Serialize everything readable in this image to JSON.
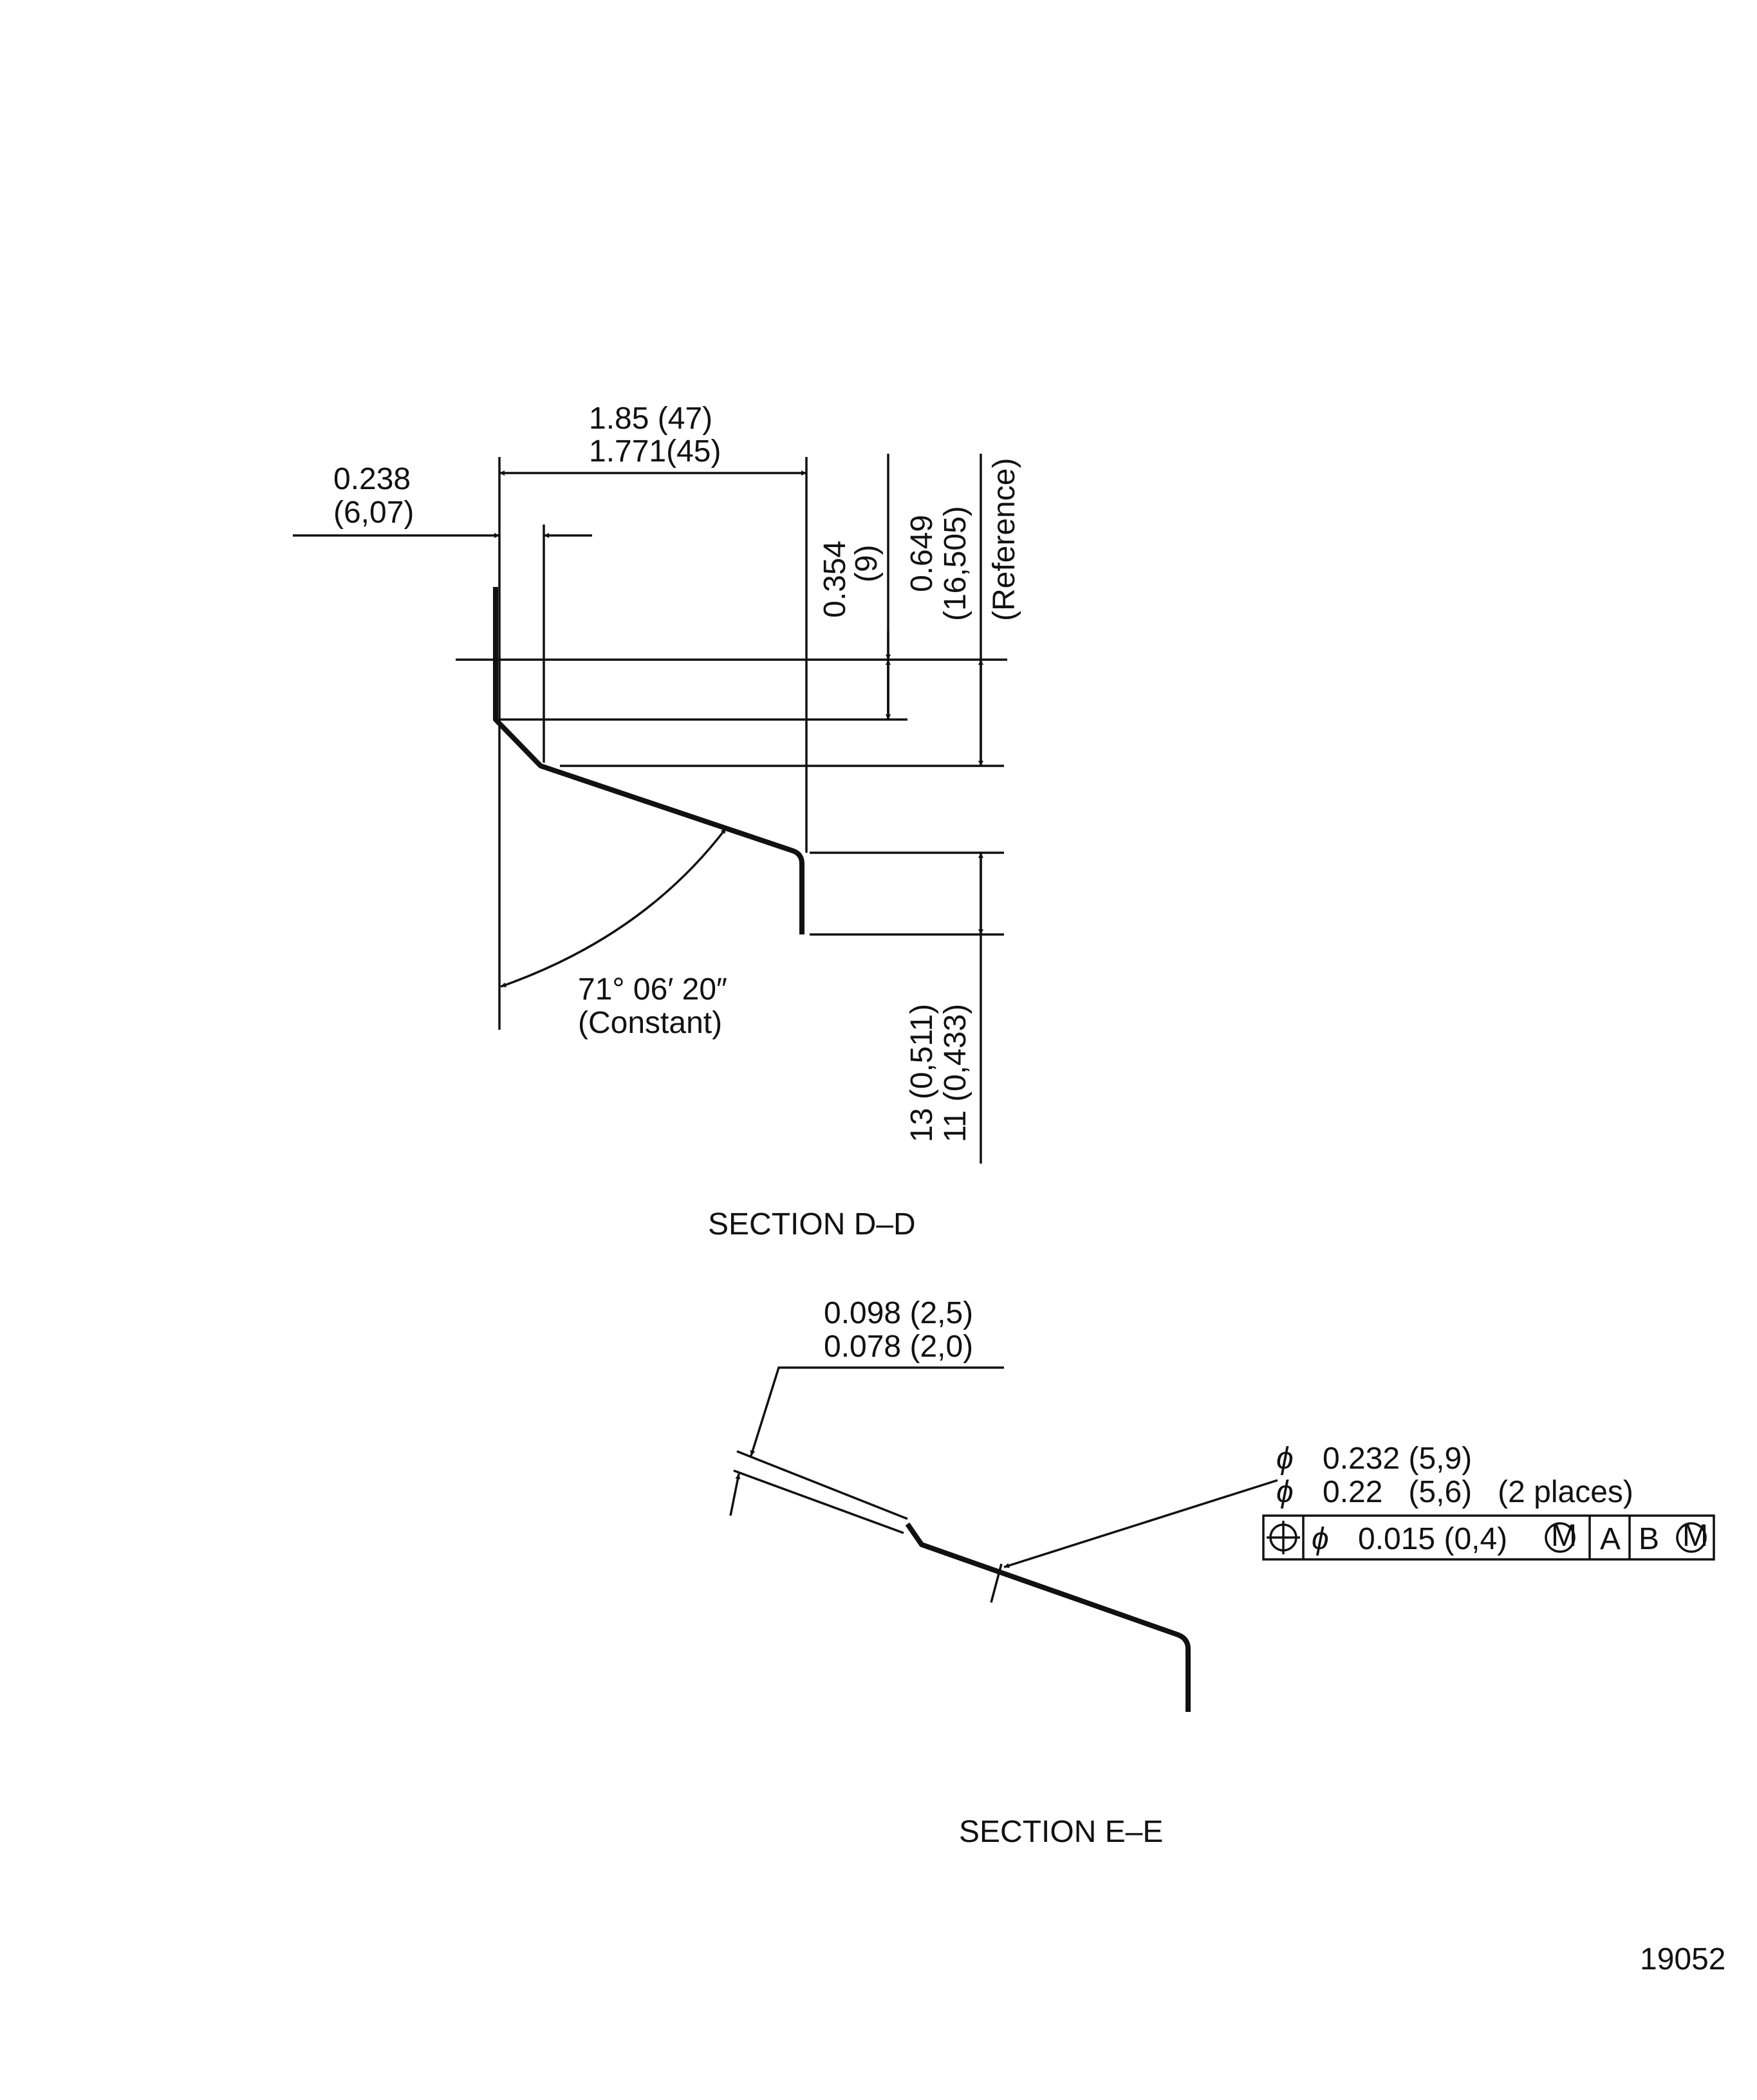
{
  "section_dd": {
    "dim_width_max": "1.85  (47)",
    "dim_width_min": "1.771(45)",
    "dim_offset_in": "0.238",
    "dim_offset_mm": "(6,07)",
    "dim_354_in": "0.354",
    "dim_354_mm": "(9)",
    "dim_649_in": "0.649",
    "dim_649_mm": "(16,505)",
    "dim_649_note": "(Reference)",
    "angle_value": "71° 06′ 20″",
    "angle_note": "(Constant)",
    "dim_flange_max": "13 (0,511)",
    "dim_flange_min": "11 (0,433)",
    "label": "SECTION  D–D"
  },
  "section_ee": {
    "thk_max": "0.098 (2,5)",
    "thk_min": "0.078 (2,0)",
    "hole_max_sym": "ϕ",
    "hole_max": "0.232 (5,9)",
    "hole_min_sym": "ϕ",
    "hole_min": "0.22   (5,6)   (2 places)",
    "fcf": {
      "symbol": "position-icon",
      "tolerance_sym": "ϕ",
      "tolerance": "0.015 (0,4)",
      "modifier": "M",
      "datum_a": "A",
      "datum_b": "B",
      "datum_b_modifier": "M"
    },
    "label": "SECTION  E–E"
  },
  "figure_number": "19052"
}
